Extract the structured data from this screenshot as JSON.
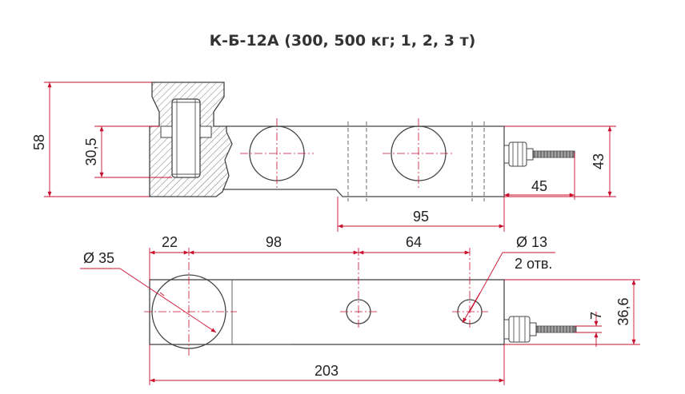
{
  "title": "К-Б-12А (300, 500 кг; 1, 2, 3 т)",
  "dimensions": {
    "d58": "58",
    "d30_5": "30,5",
    "d43": "43",
    "d45": "45",
    "d95": "95",
    "d22": "22",
    "d98": "98",
    "d64": "64",
    "d_hole": "Ø 13",
    "d_holes_count": "2 отв.",
    "d35": "Ø 35",
    "d7": "7",
    "d36_6": "36,6",
    "d203": "203"
  },
  "colors": {
    "dimension": "#c8102e",
    "outline": "#444444"
  }
}
